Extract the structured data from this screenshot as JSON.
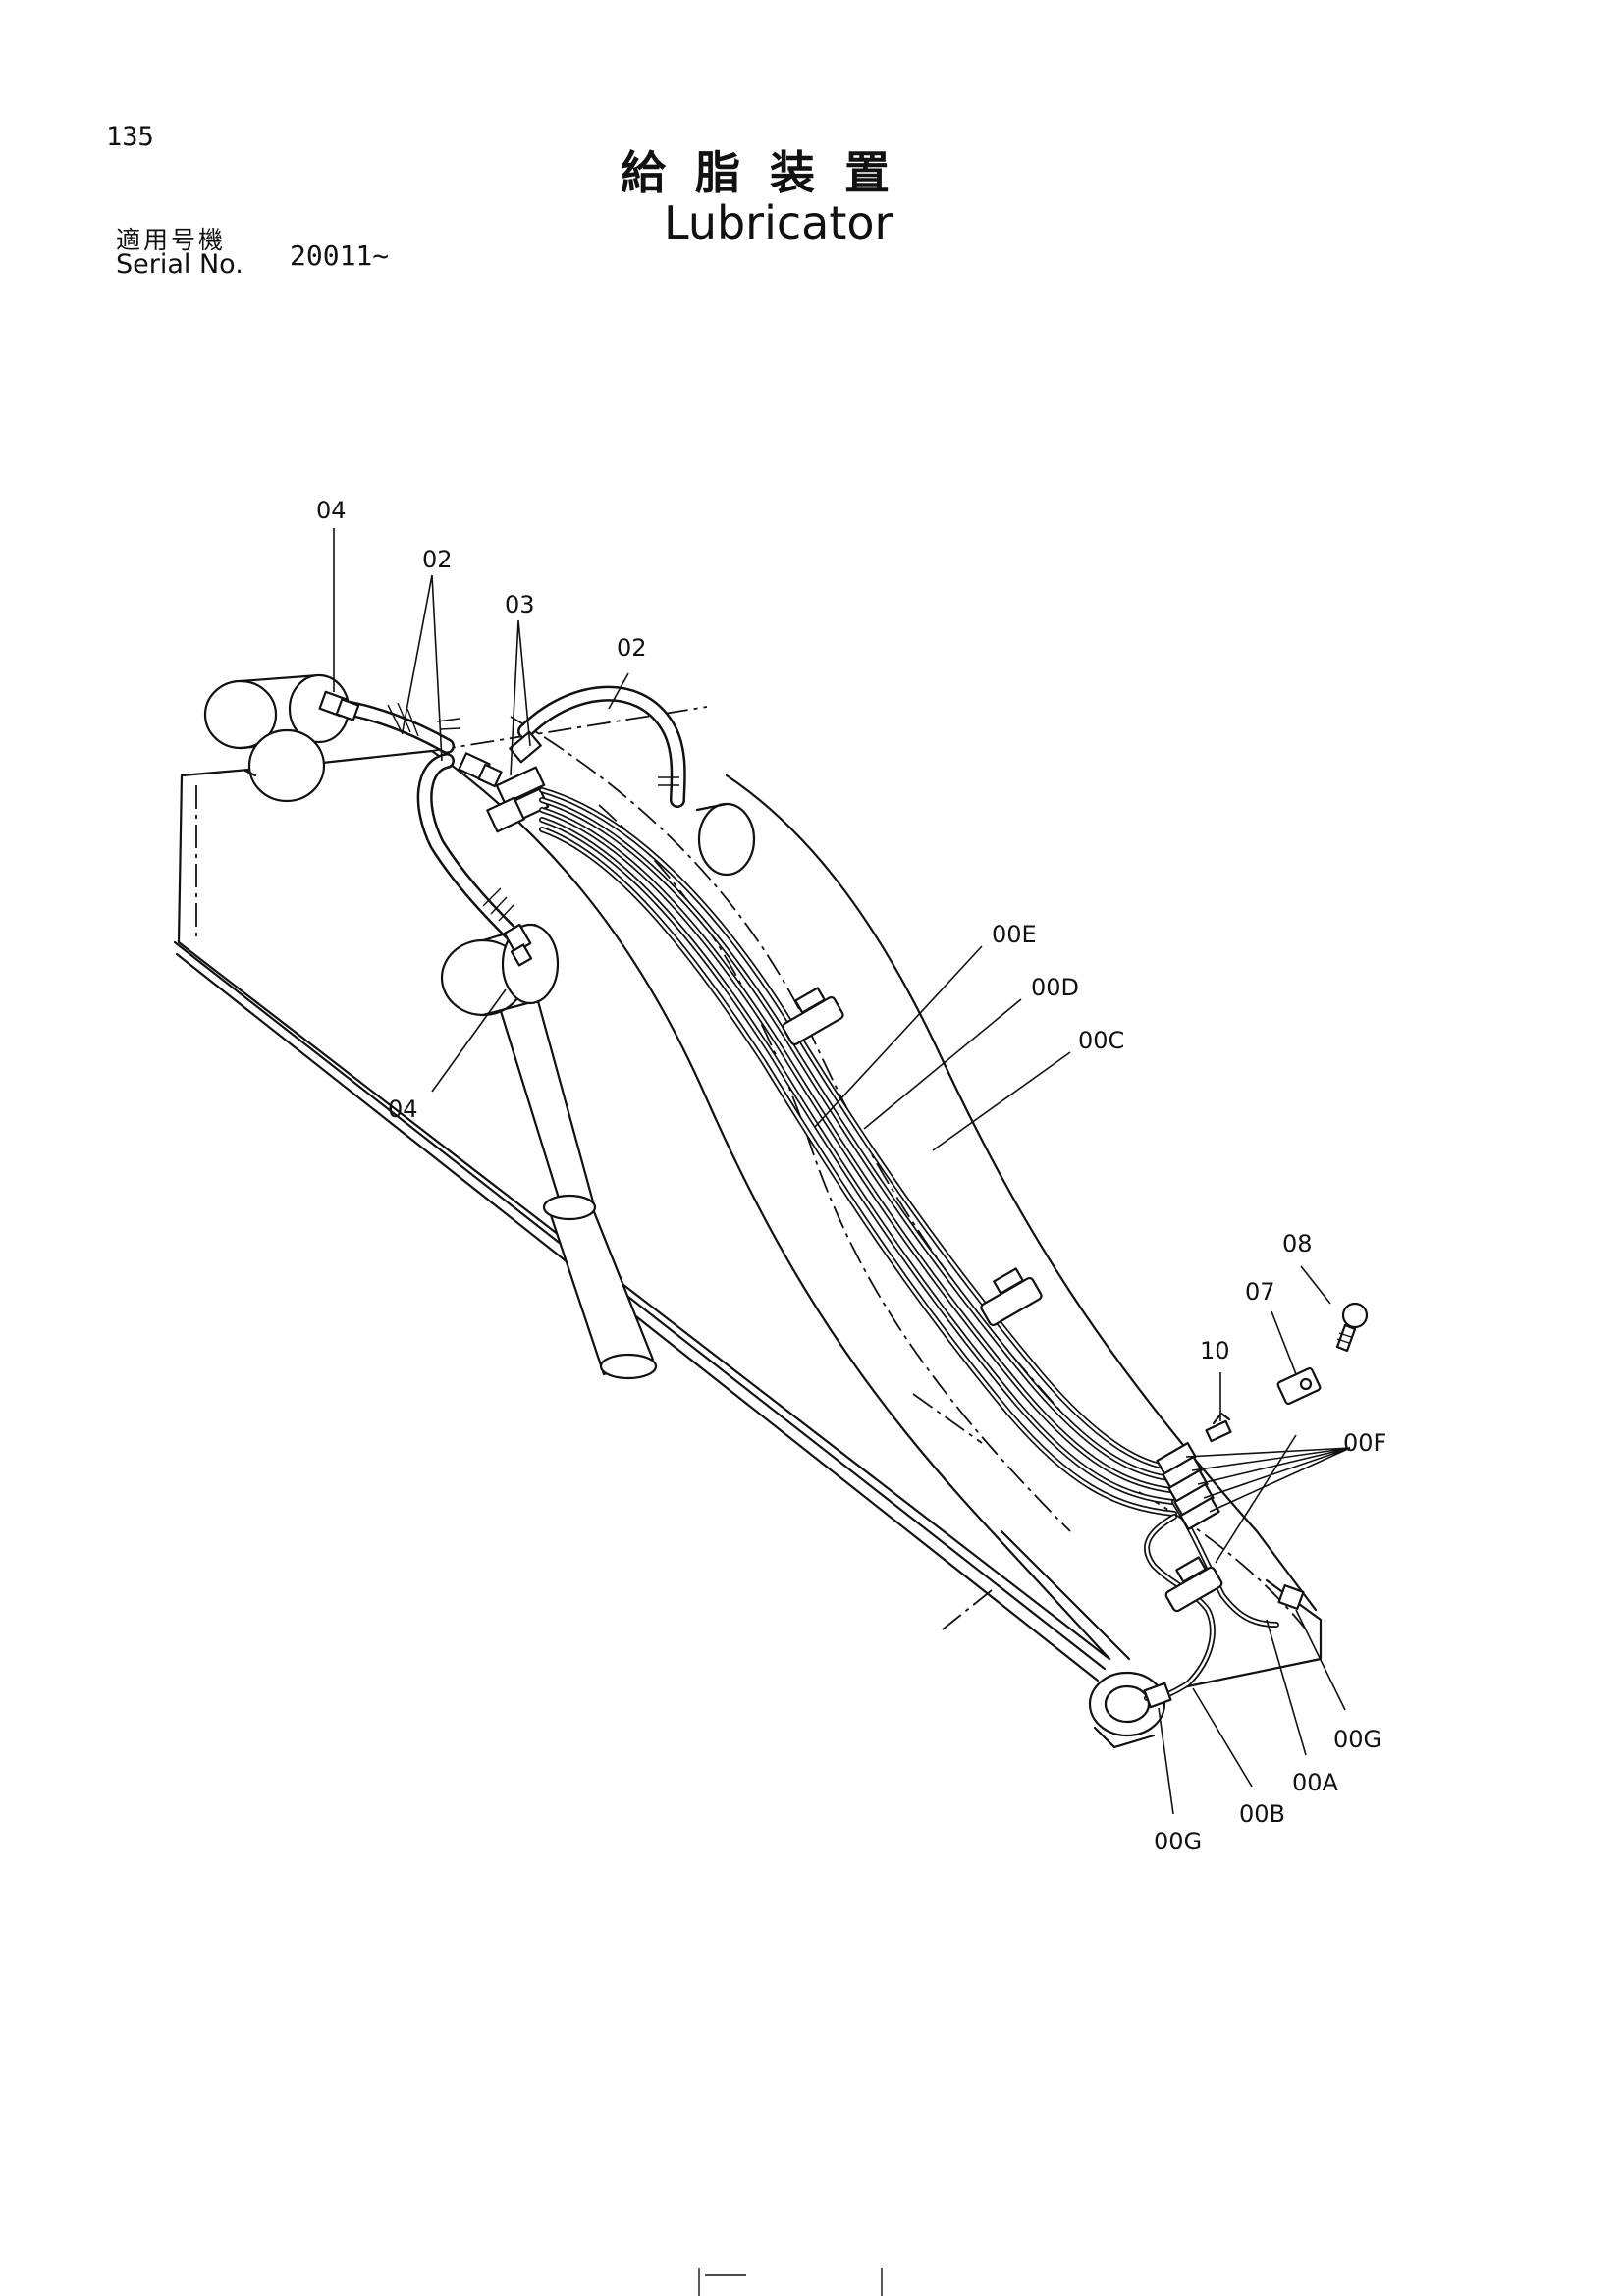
{
  "header": {
    "page_number": "135",
    "title_jp": "給脂装置",
    "title_en": "Lubricator",
    "serial_label_jp": "適用号機",
    "serial_label_en": "Serial No.",
    "serial_value": "20011~"
  },
  "callouts": [
    {
      "id": "c-04-top",
      "label": "04"
    },
    {
      "id": "c-02-left",
      "label": "02"
    },
    {
      "id": "c-03",
      "label": "03"
    },
    {
      "id": "c-02-right",
      "label": "02"
    },
    {
      "id": "c-04-left",
      "label": "04"
    },
    {
      "id": "c-00E",
      "label": "00E"
    },
    {
      "id": "c-00D",
      "label": "00D"
    },
    {
      "id": "c-00C",
      "label": "00C"
    },
    {
      "id": "c-08",
      "label": "08"
    },
    {
      "id": "c-07",
      "label": "07"
    },
    {
      "id": "c-10",
      "label": "10"
    },
    {
      "id": "c-00F",
      "label": "00F"
    },
    {
      "id": "c-00G-right",
      "label": "00G"
    },
    {
      "id": "c-00A",
      "label": "00A"
    },
    {
      "id": "c-00B",
      "label": "00B"
    },
    {
      "id": "c-00G-left",
      "label": "00G"
    }
  ]
}
